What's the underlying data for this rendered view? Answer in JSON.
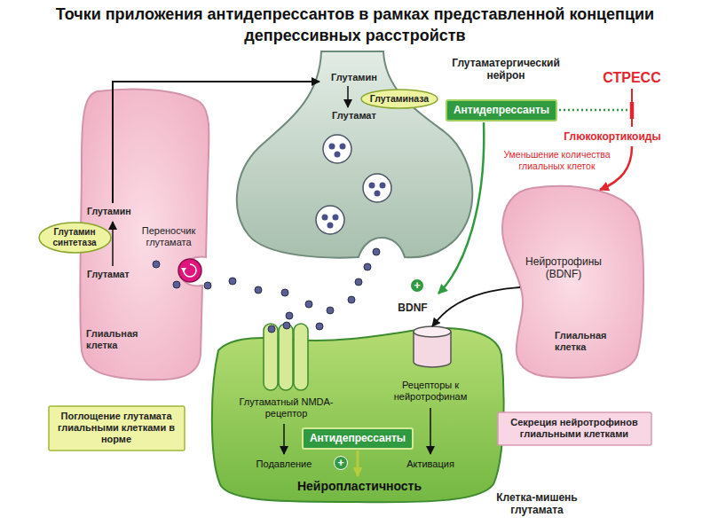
{
  "diagram": {
    "title": "Точки приложения антидепрессантов в рамках представленной концепции депрессивных расстройств",
    "nodes": [
      {
        "text": [
          "Глутаматергический нейрон"
        ]
      },
      {
        "text": [
          "Глутаминаза"
        ],
        "in": 0
      },
      {
        "text": [
          "Антидепрессанты"
        ]
      },
      {
        "text": [
          "Глиальная клетка"
        ]
      },
      {
        "text": [
          "Глутамин синтетаза"
        ]
      },
      {
        "text": [
          "+"
        ]
      },
      {
        "text": [
          "Нейротрофины (BDNF)",
          "Глиальная клетка"
        ]
      },
      {
        "text": [
          "Клетка-мишень глутамата"
        ]
      },
      {
        "text": [
          "Антидепрессанты"
        ],
        "in": 7
      },
      {
        "text": [
          "+"
        ],
        "in": 7
      },
      {
        "text": [
          "Поглощение глутамата глиальными клетками в норме"
        ]
      },
      {
        "text": [
          "Секреция нейротрофинов глиальными клетками"
        ]
      }
    ],
    "edges": [
      {
        "from": 3,
        "to": 0,
        "arrow": "to"
      },
      {
        "from": 6,
        "to": 7,
        "arrow": "to"
      }
    ],
    "labels": [
      "СТРЕСС",
      "Глюкокортикоиды",
      "Уменьшение количества глиальных клеток",
      "Глутамин",
      "Глутамат",
      "Глутамин",
      "Глутамат",
      "Переносчик глутамата",
      "BDNF",
      "Глутаматный NMDA-рецептор",
      "Рецепторы к нейротрофинам",
      "Подавление",
      "Активация",
      "Нейропластичность"
    ]
  }
}
